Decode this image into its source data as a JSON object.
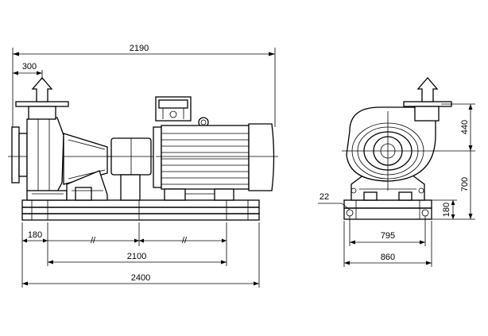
{
  "dimensions": {
    "overall_motor_length": "2190",
    "suction_offset": "300",
    "left_edge_offset": "180",
    "bolt_spacing": "2100",
    "base_length": "2400",
    "discharge_height": "440",
    "shaft_height": "700",
    "base_height": "180",
    "anchor_bolt": "22",
    "bolt_width": "795",
    "base_width": "860"
  },
  "marks": {
    "break_mark": "//"
  }
}
